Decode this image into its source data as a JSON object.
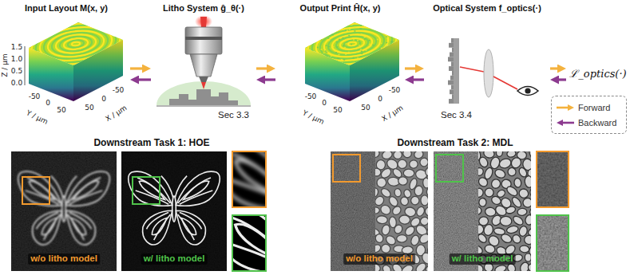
{
  "diagram": {
    "nodes": [
      {
        "text": [
          "Input Layout M(x, y)"
        ]
      },
      {
        "text": [
          "Litho System ĝ_θ(·)",
          "Sec 3.3"
        ]
      },
      {
        "text": [
          "Output Print Ĥ(x, y)"
        ]
      },
      {
        "text": [
          "Optical System f_optics(·)",
          "Sec 3.4"
        ]
      },
      {
        "text": [
          "ℒ_optics(·)"
        ]
      },
      {
        "text": [
          "Downstream Task 1: HOE"
        ]
      },
      {
        "text": [
          "w/o litho model"
        ],
        "in": 5
      },
      {
        "text": [
          "w/ litho model"
        ],
        "in": 5
      },
      {
        "text": [
          "Downstream Task 2: MDL"
        ]
      },
      {
        "text": [
          "w/o litho model"
        ],
        "in": 8
      },
      {
        "text": [
          "w/ litho model"
        ],
        "in": 8
      }
    ],
    "edges": [
      {
        "from": 0,
        "to": 1,
        "arrow": "to"
      },
      {
        "from": 1,
        "to": 0,
        "arrow": "to"
      },
      {
        "from": 1,
        "to": 2,
        "arrow": "to"
      },
      {
        "from": 2,
        "to": 1,
        "arrow": "to"
      },
      {
        "from": 2,
        "to": 3,
        "arrow": "to"
      },
      {
        "from": 3,
        "to": 2,
        "arrow": "to"
      },
      {
        "from": 3,
        "to": 4,
        "arrow": "to"
      },
      {
        "from": 4,
        "to": 3,
        "arrow": "to"
      }
    ],
    "labels": [
      "Z / μm",
      "1.5",
      "1.0",
      "0.5",
      "0.0",
      "-50",
      "0",
      "50",
      "Y / μm",
      "50",
      "0",
      "-50",
      "X / μm",
      "-50",
      "0",
      "50",
      "Y / μm",
      "50",
      "0",
      "-50",
      "X / μm"
    ],
    "legend": [
      {
        "text": "Forward"
      },
      {
        "text": "Backward"
      }
    ]
  }
}
